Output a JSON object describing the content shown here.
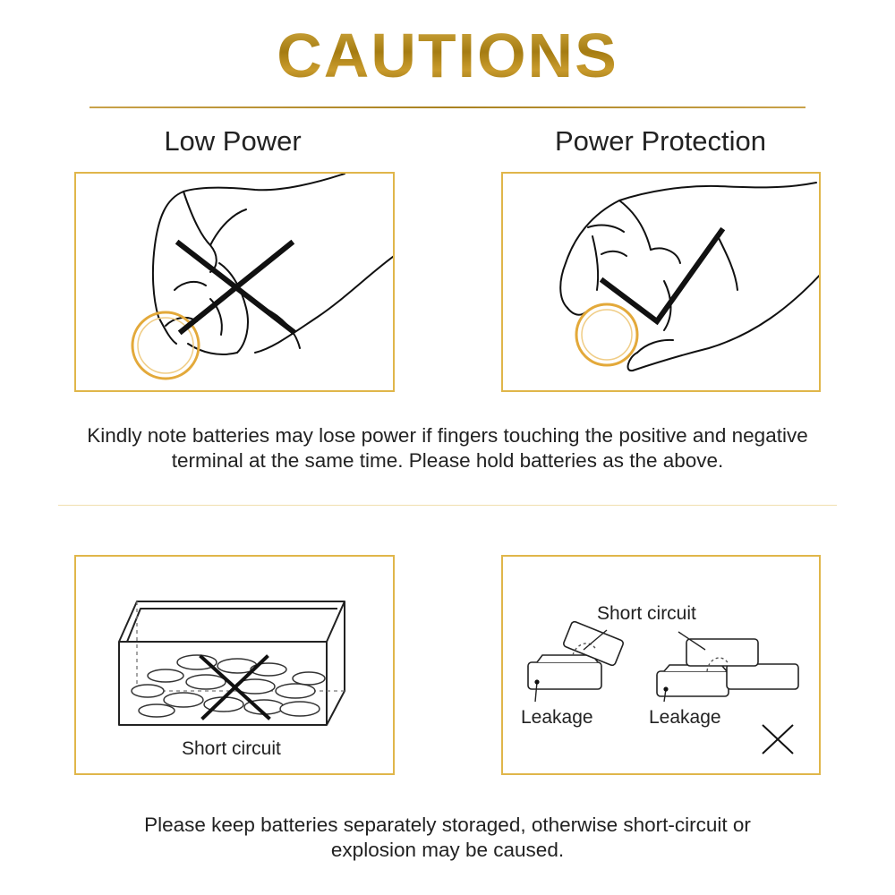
{
  "title": "CAUTIONS",
  "section1": {
    "left_heading": "Low Power",
    "right_heading": "Power Protection",
    "note_line1": "Kindly note batteries may lose power if fingers touching the positive and negative",
    "note_line2": "terminal at the same time. Please hold batteries as the above."
  },
  "section2": {
    "left_caption": "Short circuit",
    "right_caption_top": "Short circuit",
    "right_caption_leakage_1": "Leakage",
    "right_caption_leakage_2": "Leakage",
    "note_line1": "Please keep batteries separately storaged, otherwise short-circuit or",
    "note_line2": "explosion may be caused."
  },
  "colors": {
    "gold": "#e0b64a",
    "title_gold": "#b38a1f",
    "ink": "#222222"
  }
}
